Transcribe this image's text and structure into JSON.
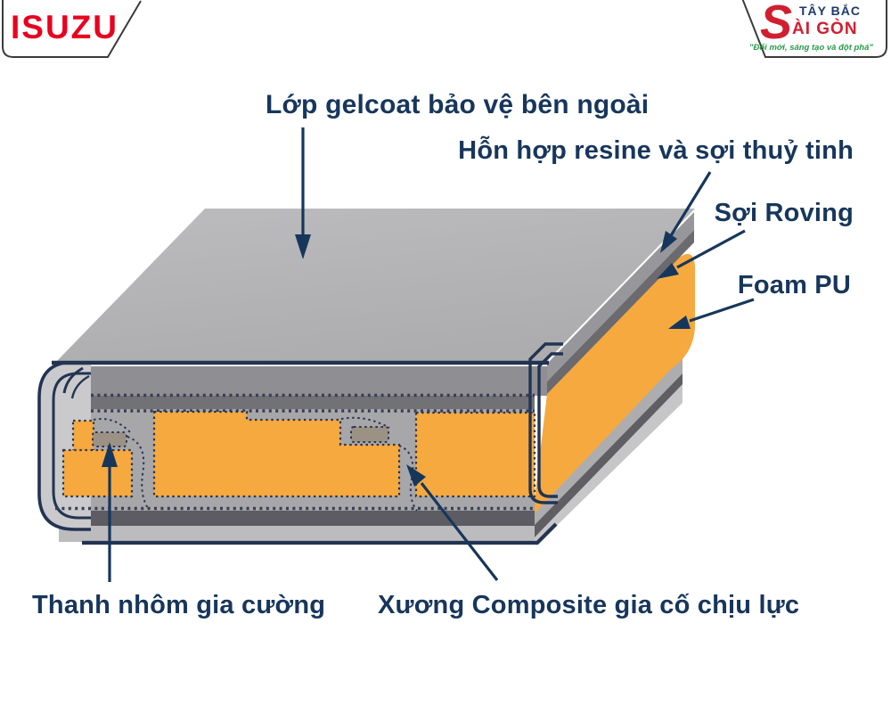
{
  "logos": {
    "isuzu": {
      "text": "ISUZU"
    },
    "tbsg": {
      "s": "S",
      "line1": "TÂY BẮC",
      "line2": "ÀI GÒN",
      "tagline": "\"Đổi mới, sáng tạo và đột phá\""
    }
  },
  "labels": {
    "gelcoat": "Lớp gelcoat bảo vệ bên ngoài",
    "resine": "Hỗn hợp resine và sợi thuỷ tinh",
    "roving": "Sợi Roving",
    "foam": "Foam PU",
    "aluminum": "Thanh nhôm gia cường",
    "composite": "Xương Composite gia cố chịu lực"
  },
  "colors": {
    "navy": "#233352",
    "text": "#17365c",
    "orange": "#f6a93f",
    "taupe": "#9b9184",
    "red": "#e8001f",
    "logored": "#cf2030",
    "green": "#289b48",
    "topsheet": "#b2b2b4",
    "resineband": "#8f8f93",
    "rovingband": "#717176",
    "corebg": "#a7a7aa",
    "darkband": "#5c5c62",
    "lightband": "#bcbcbe",
    "sideresine": "#97979b",
    "sideroving": "#6a6a6f",
    "channel": "#cacacc"
  }
}
